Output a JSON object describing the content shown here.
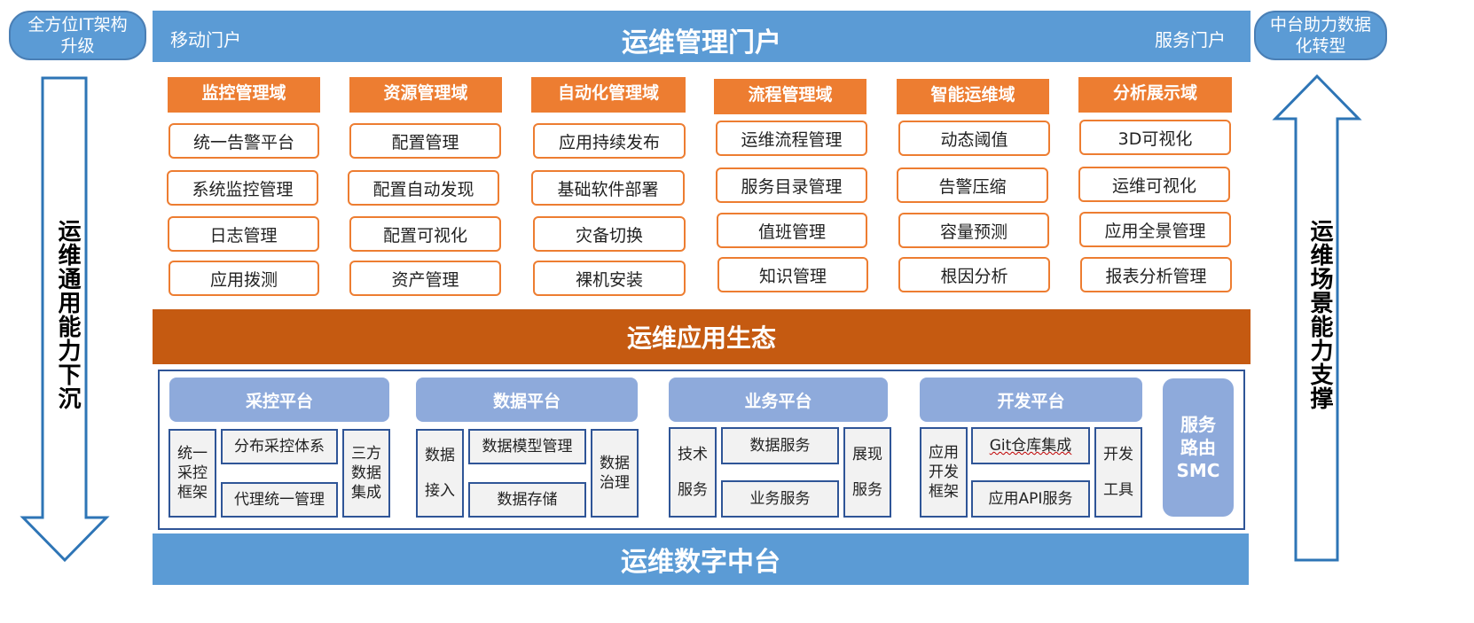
{
  "left_pill": "全方位IT架构升级",
  "right_pill": "中台助力数据化转型",
  "left_arrow_label": "运维通用能力下沉",
  "right_arrow_label": "运维场景能力支撑",
  "portal": {
    "title": "运维管理门户",
    "left": "移动门户",
    "right": "服务门户"
  },
  "domains": [
    {
      "title": "监控管理域",
      "items": [
        "统一告警平台",
        "系统监控管理",
        "日志管理",
        "应用拨测"
      ]
    },
    {
      "title": "资源管理域",
      "items": [
        "配置管理",
        "配置自动发现",
        "配置可视化",
        "资产管理"
      ]
    },
    {
      "title": "自动化管理域",
      "items": [
        "应用持续发布",
        "基础软件部署",
        "灾备切换",
        "裸机安装"
      ]
    },
    {
      "title": "流程管理域",
      "items": [
        "运维流程管理",
        "服务目录管理",
        "值班管理",
        "知识管理"
      ]
    },
    {
      "title": "智能运维域",
      "items": [
        "动态阈值",
        "告警压缩",
        "容量预测",
        "根因分析"
      ]
    },
    {
      "title": "分析展示域",
      "items": [
        "3D可视化",
        "运维可视化",
        "应用全景管理",
        "报表分析管理"
      ]
    }
  ],
  "ecosystem": "运维应用生态",
  "platforms": [
    {
      "title": "采控平台",
      "left": "统一采控框架",
      "mid_top": "分布采控体系",
      "mid_bottom": "代理统一管理",
      "right": "三方数据集成"
    },
    {
      "title": "数据平台",
      "left": "数据接入",
      "mid_top": "数据模型管理",
      "mid_bottom": "数据存储",
      "right": "数据治理"
    },
    {
      "title": "业务平台",
      "left": "技术服务",
      "mid_top": "数据服务",
      "mid_bottom": "业务服务",
      "right": "展现服务"
    },
    {
      "title": "开发平台",
      "left": "应用开发框架",
      "mid_top": "Git仓库集成",
      "mid_bottom": "应用API服务",
      "right": "开发工具"
    }
  ],
  "smc": "服务路由SMC",
  "base": "运维数字中台"
}
